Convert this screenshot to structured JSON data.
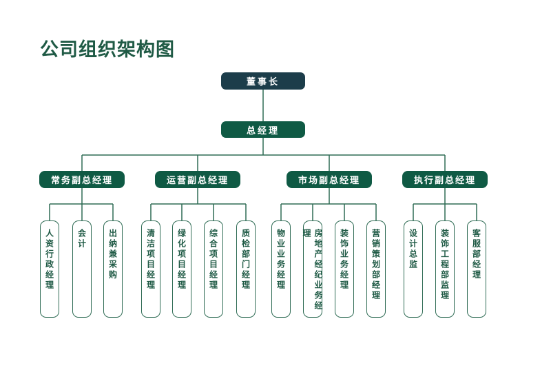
{
  "title": "公司组织架构图",
  "colors": {
    "accent": "#0f5a44",
    "chair": "#1c3d4a",
    "line": "#2e6b54"
  },
  "chairman": "董事长",
  "general_manager": "总经理",
  "vps": [
    {
      "label": "常务副总经理",
      "depts": [
        "人资行政经理",
        "会计",
        "出纳兼采购"
      ]
    },
    {
      "label": "运营副总经理",
      "depts": [
        "清洁项目经理",
        "绿化项目经理",
        "综合项目经理",
        "质检部门经理"
      ]
    },
    {
      "label": "市场副总经理",
      "depts": [
        "物业业务经理",
        "房地产经纪业务经理",
        "装饰业务经理",
        "营销策划部经理"
      ]
    },
    {
      "label": "执行副总经理",
      "depts": [
        "设计总监",
        "装饰工程部监理",
        "客服部经理"
      ]
    }
  ]
}
